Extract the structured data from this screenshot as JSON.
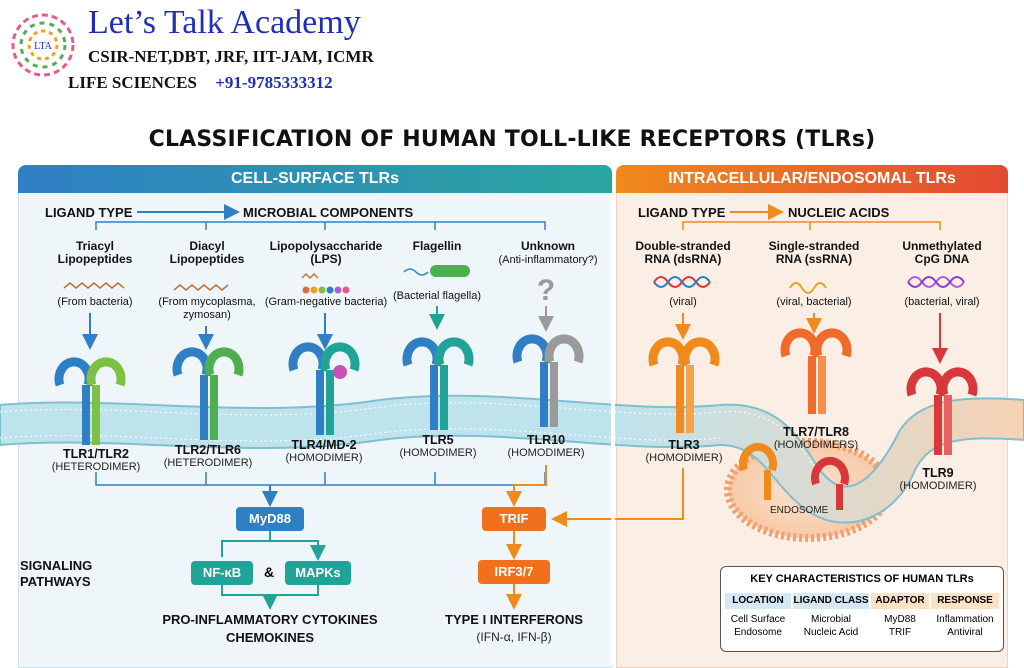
{
  "brand": {
    "title": "Let’s Talk Academy",
    "line1": "CSIR-NET,DBT, JRF, IIT-JAM, ICMR",
    "line2": "LIFE SCIENCES",
    "phone": "+91-9785333312",
    "logo_text": "LTA"
  },
  "main_title": "CLASSIFICATION OF HUMAN TOLL-LIKE RECEPTORS (TLRs)",
  "cell_surface": {
    "header": "CELL-SURFACE TLRs",
    "ligand_type": "LIGAND TYPE",
    "ligand_class": "MICROBIAL COMPONENTS",
    "ligands": [
      {
        "name": "Triacyl\nLipopeptides",
        "source": "(From bacteria)"
      },
      {
        "name": "Diacyl\nLipopeptides",
        "source": "(From mycoplasma,\nzymosan)"
      },
      {
        "name": "Lipopolysaccharide\n(LPS)",
        "source": "(Gram-negative bacteria)"
      },
      {
        "name": "Flagellin",
        "source": "(Bacterial flagella)"
      },
      {
        "name": "Unknown",
        "source": "(Anti-inflammatory?)"
      }
    ],
    "receptors": [
      {
        "name": "TLR1/TLR2",
        "type": "(HETERODIMER)"
      },
      {
        "name": "TLR2/TLR6",
        "type": "(HETERODIMER)"
      },
      {
        "name": "TLR4/MD-2",
        "type": "(HOMODIMER)"
      },
      {
        "name": "TLR5",
        "type": "(HOMODIMER)"
      },
      {
        "name": "TLR10",
        "type": "(HOMODIMER)"
      }
    ]
  },
  "intracellular": {
    "header": "INTRACELLULAR/ENDOSOMAL TLRs",
    "ligand_type": "LIGAND TYPE",
    "ligand_class": "NUCLEIC ACIDS",
    "ligands": [
      {
        "name": "Double-stranded\nRNA (dsRNA)",
        "source": "(viral)"
      },
      {
        "name": "Single-stranded\nRNA (ssRNA)",
        "source": "(viral, bacterial)"
      },
      {
        "name": "Unmethylated\nCpG DNA",
        "source": "(bacterial, viral)"
      }
    ],
    "receptors": [
      {
        "name": "TLR3",
        "type": "(HOMODIMER)"
      },
      {
        "name": "TLR7/TLR8",
        "type": "(HOMODIMERS)"
      },
      {
        "name": "TLR9",
        "type": "(HOMODIMER)"
      }
    ],
    "endosome_label": "ENDOSOME"
  },
  "signaling": {
    "label": "SIGNALING\nPATHWAYS",
    "myd88": "MyD88",
    "nfkb": "NF-κB",
    "amp": "&",
    "mapks": "MAPKs",
    "out1_line1": "PRO-INFLAMMATORY CYTOKINES",
    "out1_line2": "CHEMOKINES",
    "trif": "TRIF",
    "irf": "IRF3/7",
    "out2_line1": "TYPE I INTERFERONS",
    "out2_line2": "(IFN-α, IFN-β)"
  },
  "key_table": {
    "title": "KEY CHARACTERISTICS OF HUMAN TLRs",
    "headers": [
      "LOCATION",
      "LIGAND CLASS",
      "ADAPTOR",
      "RESPONSE"
    ],
    "rows": [
      [
        "Cell Surface",
        "Microbial",
        "MyD88",
        "Inflammation"
      ],
      [
        "Endosome",
        "Nucleic Acid",
        "TRIF",
        "Antiviral"
      ]
    ]
  },
  "colors": {
    "blue": "#2f7fc4",
    "teal": "#22a39a",
    "green": "#7cc144",
    "orange": "#f08a1c",
    "red": "#d8383a",
    "grey": "#9a9a9a",
    "membrane": "#8fd0e0"
  }
}
